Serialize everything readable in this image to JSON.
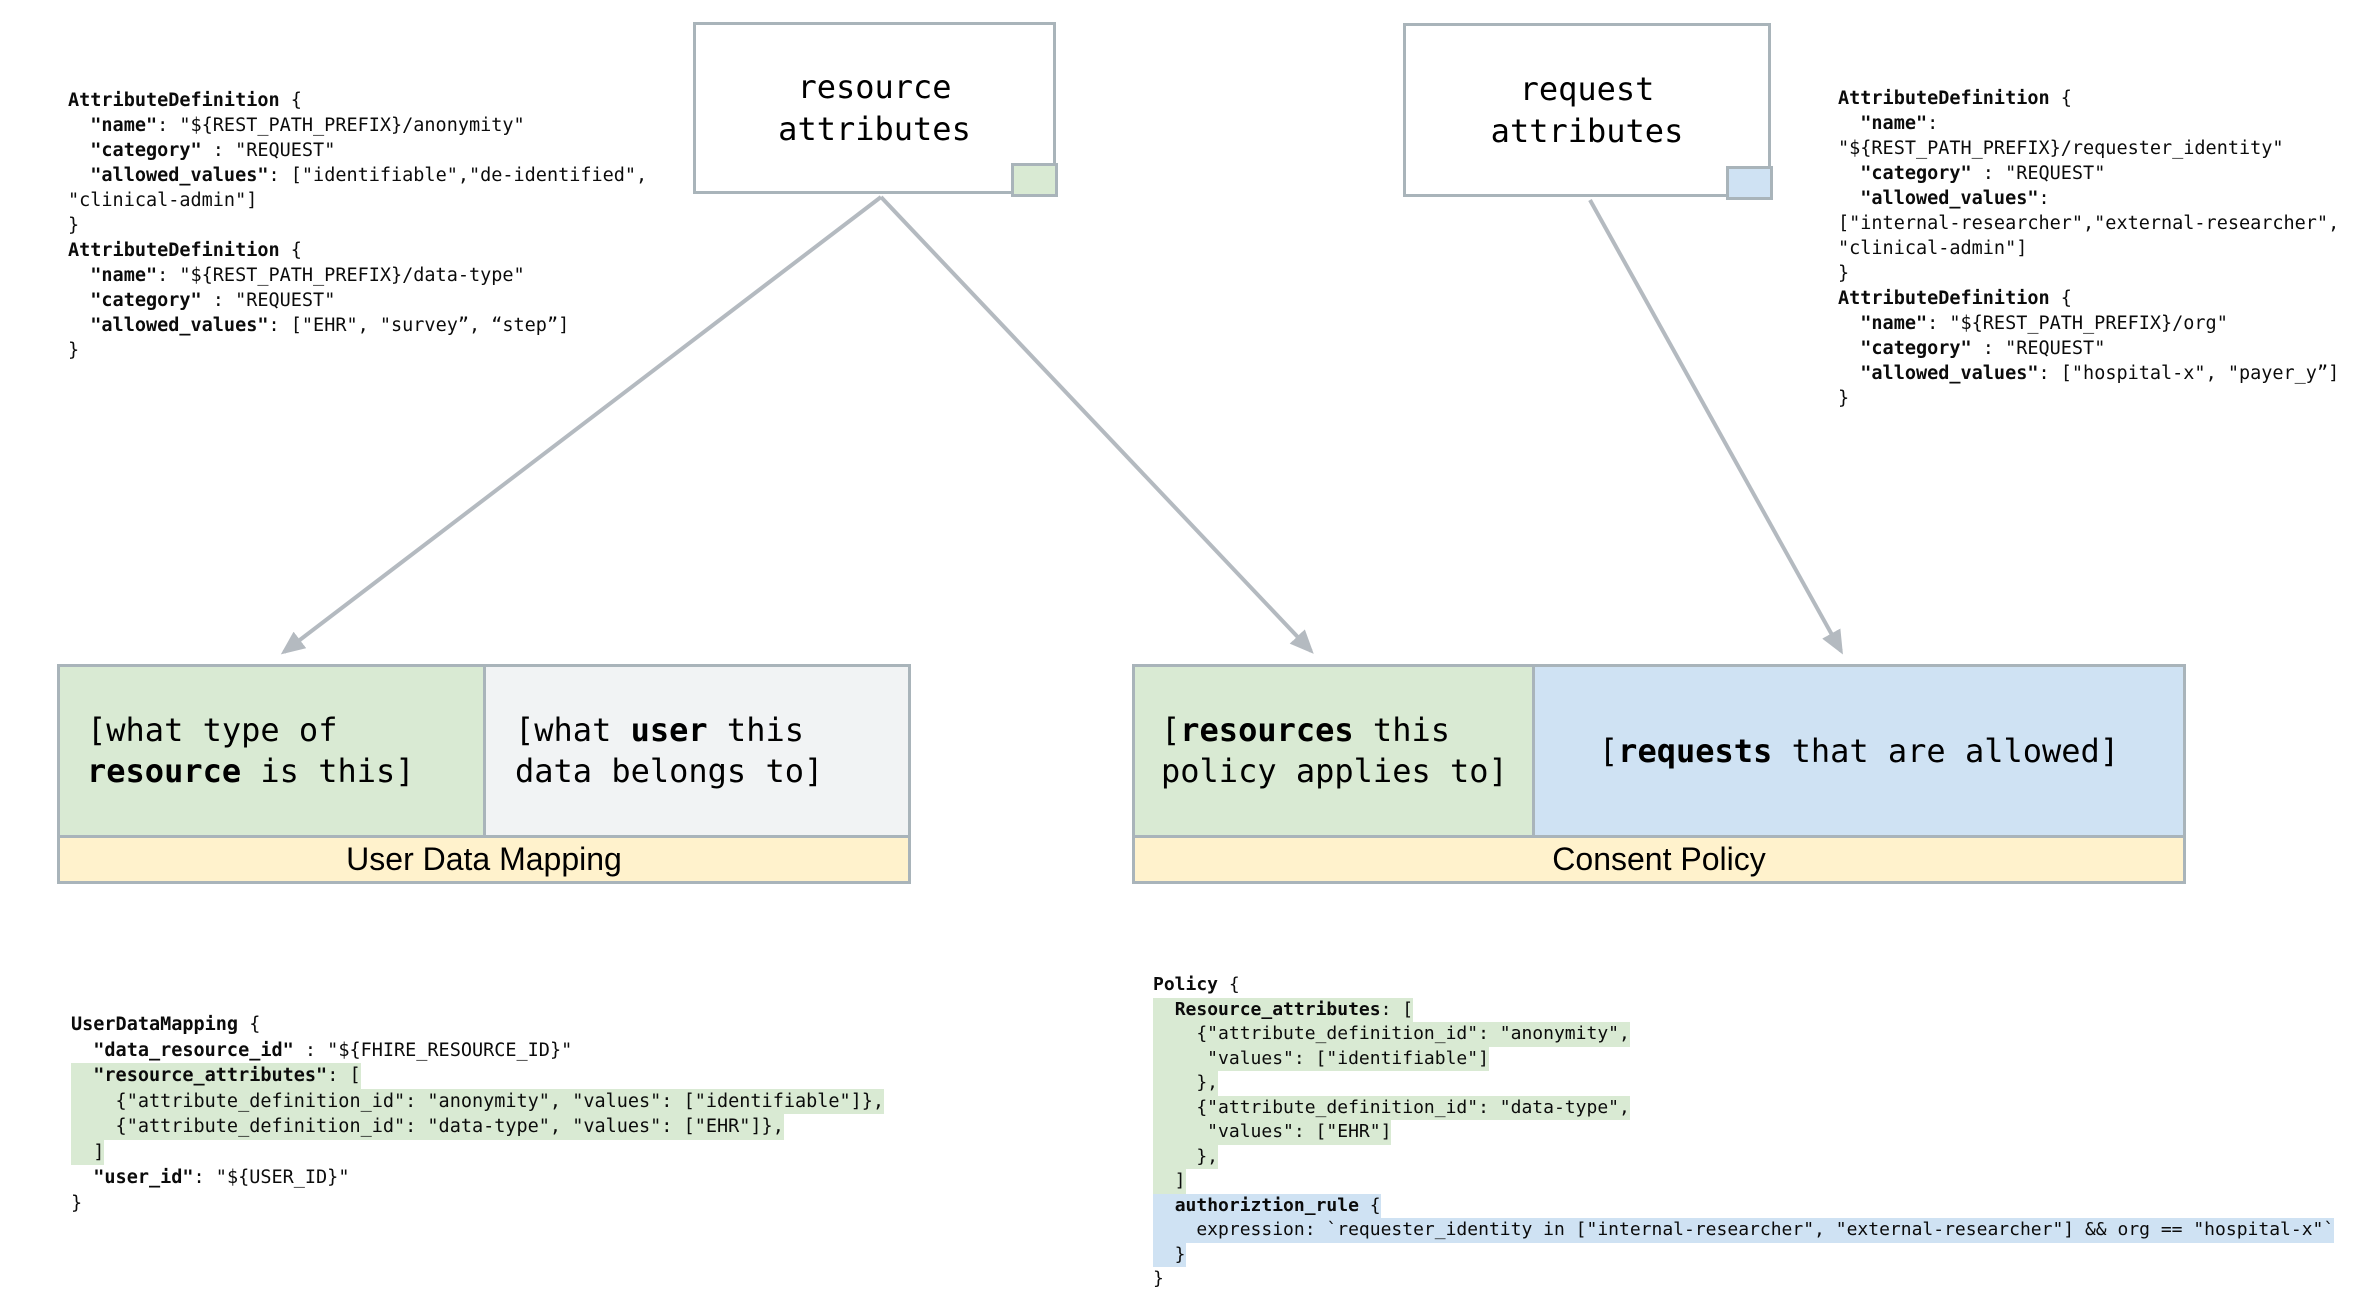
{
  "colors": {
    "green_fill": "#d9ead3",
    "blue_fill": "#cfe2f3",
    "yellow_fill": "#fff2cc",
    "gray_fill": "#f1f3f4",
    "border_gray": "#a9b4ba",
    "arrow_gray": "#b4bac0"
  },
  "boxes": {
    "resource": {
      "label": "resource\nattributes"
    },
    "request": {
      "label": "request\nattributes"
    }
  },
  "mapping_box": {
    "caption": "User Data Mapping",
    "left_lines": [
      [
        {
          "t": "[what type of"
        }
      ],
      [
        {
          "t": "resource",
          "b": true
        },
        {
          "t": " is this]"
        }
      ]
    ],
    "right_lines": [
      [
        {
          "t": "[what "
        },
        {
          "t": "user",
          "b": true
        },
        {
          "t": " this"
        }
      ],
      [
        {
          "t": "data belongs to]"
        }
      ]
    ]
  },
  "consent_box": {
    "caption": "Consent Policy",
    "left_lines": [
      [
        {
          "t": "["
        },
        {
          "t": "resources",
          "b": true
        },
        {
          "t": " this"
        }
      ],
      [
        {
          "t": "policy applies to]"
        }
      ]
    ],
    "right_lines": [
      [
        {
          "t": "["
        },
        {
          "t": "requests",
          "b": true
        },
        {
          "t": " that are allowed]"
        }
      ]
    ]
  },
  "code_blocks": {
    "attr_def_left": {
      "lines": [
        {
          "segs": [
            {
              "t": "AttributeDefinition",
              "b": true
            },
            {
              "t": " {"
            }
          ]
        },
        {
          "segs": [
            {
              "t": "  "
            },
            {
              "t": "\"name\"",
              "b": true
            },
            {
              "t": ": \"${REST_PATH_PREFIX}/anonymity\""
            }
          ]
        },
        {
          "segs": [
            {
              "t": "  "
            },
            {
              "t": "\"category\"",
              "b": true
            },
            {
              "t": " : \"REQUEST\""
            }
          ]
        },
        {
          "segs": [
            {
              "t": "  "
            },
            {
              "t": "\"allowed_values\"",
              "b": true
            },
            {
              "t": ": [\"identifiable\",\"de-identified\","
            }
          ]
        },
        {
          "segs": [
            {
              "t": "\"clinical-admin\"]"
            }
          ]
        },
        {
          "segs": [
            {
              "t": "}"
            }
          ]
        },
        {
          "segs": [
            {
              "t": "AttributeDefinition",
              "b": true
            },
            {
              "t": " {"
            }
          ]
        },
        {
          "segs": [
            {
              "t": "  "
            },
            {
              "t": "\"name\"",
              "b": true
            },
            {
              "t": ": \"${REST_PATH_PREFIX}/data-type\""
            }
          ]
        },
        {
          "segs": [
            {
              "t": "  "
            },
            {
              "t": "\"category\"",
              "b": true
            },
            {
              "t": " : \"REQUEST\""
            }
          ]
        },
        {
          "segs": [
            {
              "t": "  "
            },
            {
              "t": "\"allowed_values\"",
              "b": true
            },
            {
              "t": ": [\"EHR\", \"survey”, “step”]"
            }
          ]
        },
        {
          "segs": [
            {
              "t": "}"
            }
          ]
        }
      ]
    },
    "attr_def_right": {
      "lines": [
        {
          "segs": [
            {
              "t": "AttributeDefinition",
              "b": true
            },
            {
              "t": " {"
            }
          ]
        },
        {
          "segs": [
            {
              "t": "  "
            },
            {
              "t": "\"name\"",
              "b": true
            },
            {
              "t": ":"
            }
          ]
        },
        {
          "segs": [
            {
              "t": "\"${REST_PATH_PREFIX}/requester_identity\""
            }
          ]
        },
        {
          "segs": [
            {
              "t": "  "
            },
            {
              "t": "\"category\"",
              "b": true
            },
            {
              "t": " : \"REQUEST\""
            }
          ]
        },
        {
          "segs": [
            {
              "t": "  "
            },
            {
              "t": "\"allowed_values\"",
              "b": true
            },
            {
              "t": ":"
            }
          ]
        },
        {
          "segs": [
            {
              "t": "[\"internal-researcher\",\"external-researcher\","
            }
          ]
        },
        {
          "segs": [
            {
              "t": "\"clinical-admin\"]"
            }
          ]
        },
        {
          "segs": [
            {
              "t": "}"
            }
          ]
        },
        {
          "segs": [
            {
              "t": "AttributeDefinition",
              "b": true
            },
            {
              "t": " {"
            }
          ]
        },
        {
          "segs": [
            {
              "t": "  "
            },
            {
              "t": "\"name\"",
              "b": true
            },
            {
              "t": ": \"${REST_PATH_PREFIX}/org\""
            }
          ]
        },
        {
          "segs": [
            {
              "t": "  "
            },
            {
              "t": "\"category\"",
              "b": true
            },
            {
              "t": " : \"REQUEST\""
            }
          ]
        },
        {
          "segs": [
            {
              "t": "  "
            },
            {
              "t": "\"allowed_values\"",
              "b": true
            },
            {
              "t": ": [\"hospital-x\", \"payer_y”]"
            }
          ]
        },
        {
          "segs": [
            {
              "t": "}"
            }
          ]
        }
      ]
    },
    "user_data_mapping": {
      "lines": [
        {
          "segs": [
            {
              "t": "UserDataMapping",
              "b": true
            },
            {
              "t": " {"
            }
          ]
        },
        {
          "segs": [
            {
              "t": "  "
            },
            {
              "t": "\"data_resource_id\"",
              "b": true
            },
            {
              "t": " : \"${FHIRE_RESOURCE_ID}\""
            }
          ]
        },
        {
          "hl": "g",
          "segs": [
            {
              "t": "  "
            },
            {
              "t": "\"resource_attributes\"",
              "b": true
            },
            {
              "t": ": ["
            }
          ]
        },
        {
          "hl": "g",
          "segs": [
            {
              "t": "    {\"attribute_definition_id\": \"anonymity\", \"values\": [\"identifiable\"]},"
            }
          ]
        },
        {
          "hl": "g",
          "segs": [
            {
              "t": "    {\"attribute_definition_id\": \"data-type\", \"values\": [\"EHR\"]},"
            }
          ]
        },
        {
          "hl": "g",
          "segs": [
            {
              "t": "  ]"
            }
          ]
        },
        {
          "segs": [
            {
              "t": "  "
            },
            {
              "t": "\"user_id\"",
              "b": true
            },
            {
              "t": ": \"${USER_ID}\""
            }
          ]
        },
        {
          "segs": [
            {
              "t": "}"
            }
          ]
        }
      ]
    },
    "policy": {
      "lines": [
        {
          "segs": [
            {
              "t": "Policy",
              "b": true
            },
            {
              "t": " {"
            }
          ]
        },
        {
          "hl": "g",
          "segs": [
            {
              "t": "  "
            },
            {
              "t": "Resource_attributes",
              "b": true
            },
            {
              "t": ": ["
            }
          ]
        },
        {
          "hl": "g",
          "segs": [
            {
              "t": "    {\"attribute_definition_id\": \"anonymity\","
            }
          ]
        },
        {
          "hl": "g",
          "segs": [
            {
              "t": "     \"values\": [\"identifiable\"]"
            }
          ]
        },
        {
          "hl": "g",
          "segs": [
            {
              "t": "    },"
            }
          ]
        },
        {
          "hl": "g",
          "segs": [
            {
              "t": "    {\"attribute_definition_id\": \"data-type\","
            }
          ]
        },
        {
          "hl": "g",
          "segs": [
            {
              "t": "     \"values\": [\"EHR\"]"
            }
          ]
        },
        {
          "hl": "g",
          "segs": [
            {
              "t": "    },"
            }
          ]
        },
        {
          "hl": "g",
          "segs": [
            {
              "t": "  ]"
            }
          ]
        },
        {
          "hl": "b",
          "segs": [
            {
              "t": "  "
            },
            {
              "t": "authoriztion_rule",
              "b": true
            },
            {
              "t": " {"
            }
          ]
        },
        {
          "hl": "b",
          "segs": [
            {
              "t": "    expression: `requester_identity in [\"internal-researcher\", \"external-researcher\"] && org == \"hospital-x\"`"
            }
          ]
        },
        {
          "hl": "b",
          "segs": [
            {
              "t": "  }"
            }
          ]
        },
        {
          "segs": [
            {
              "t": "}"
            }
          ]
        }
      ]
    }
  }
}
